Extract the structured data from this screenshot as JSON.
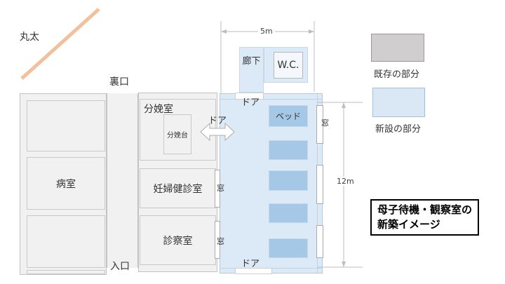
{
  "diagram": {
    "log_label": "丸太",
    "back_entrance_label": "裏口",
    "entrance_label": "入口",
    "rooms": {
      "ward": "病室",
      "delivery_room": "分娩室",
      "delivery_table": "分娩台",
      "prenatal_checkup_room": "妊婦健診室",
      "examination_room": "診察室",
      "corridor": "廊下",
      "toilet": "W.C."
    },
    "new_building": {
      "bed_label": "ベッド",
      "door_label": "ドア",
      "window_label": "窓",
      "bed_count": 5
    },
    "dimensions": {
      "width": "5m",
      "height": "12m"
    }
  },
  "legend": {
    "existing": {
      "label": "既存の部分",
      "color": "#d0cece"
    },
    "new": {
      "label": "新設の部分",
      "color": "#dae8f5"
    }
  },
  "title": {
    "line1": "母子待機・観察室の",
    "line2": "新築イメージ"
  }
}
